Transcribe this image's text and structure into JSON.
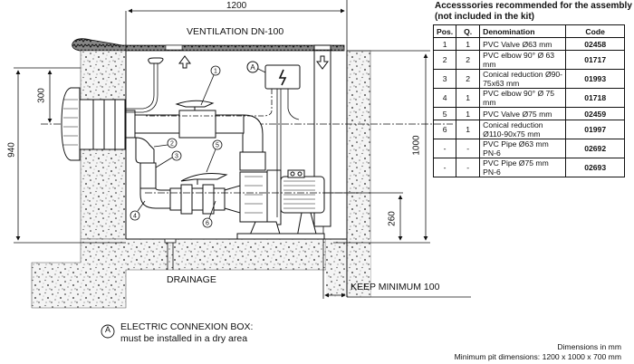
{
  "diagram": {
    "labels": {
      "width_dim": "1200",
      "ventilation": "VENTILATION DN-100",
      "depth_dim": "940",
      "inlet_height_dim": "300",
      "pit_height_dim": "1000",
      "pump_axis_dim": "260",
      "drainage": "DRAINAGE",
      "keep_minimum": "KEEP MINIMUM 100",
      "box_marker": "A",
      "callouts": [
        "1",
        "2",
        "3",
        "4",
        "5",
        "6"
      ]
    },
    "electric_note": {
      "marker": "A",
      "line1": "ELECTRIC CONNEXION BOX:",
      "line2": "must be installed in a dry area"
    },
    "footer": {
      "units": "Dimensions in mm",
      "minimum_pit": "Minimum pit dimensions: 1200 x 1000 x 700 mm"
    },
    "colors": {
      "ink": "#111111",
      "soil": "#d9d9d9",
      "background": "#ffffff"
    }
  },
  "accessories": {
    "title_line1": "Accesssories recommended for the assembly",
    "title_line2": "(not included in the kit)",
    "headers": [
      "Pos.",
      "Q.",
      "Denomination",
      "Code"
    ],
    "rows": [
      {
        "pos": "1",
        "q": "1",
        "denomination": "PVC Valve Ø63 mm",
        "code": "02458"
      },
      {
        "pos": "2",
        "q": "2",
        "denomination": "PVC elbow 90° Ø 63 mm",
        "code": "01717"
      },
      {
        "pos": "3",
        "q": "2",
        "denomination": "Conical reduction Ø90-75x63 mm",
        "code": "01993"
      },
      {
        "pos": "4",
        "q": "1",
        "denomination": "PVC elbow 90° Ø 75 mm",
        "code": "01718"
      },
      {
        "pos": "5",
        "q": "1",
        "denomination": "PVC Valve Ø75 mm",
        "code": "02459"
      },
      {
        "pos": "6",
        "q": "1",
        "denomination": "Conical reduction Ø110-90x75 mm",
        "code": "01997"
      },
      {
        "pos": "-",
        "q": "-",
        "denomination": "PVC Pipe Ø63 mm PN-6",
        "code": "02692"
      },
      {
        "pos": "-",
        "q": "-",
        "denomination": "PVC Pipe Ø75 mm PN-6",
        "code": "02693"
      }
    ]
  }
}
